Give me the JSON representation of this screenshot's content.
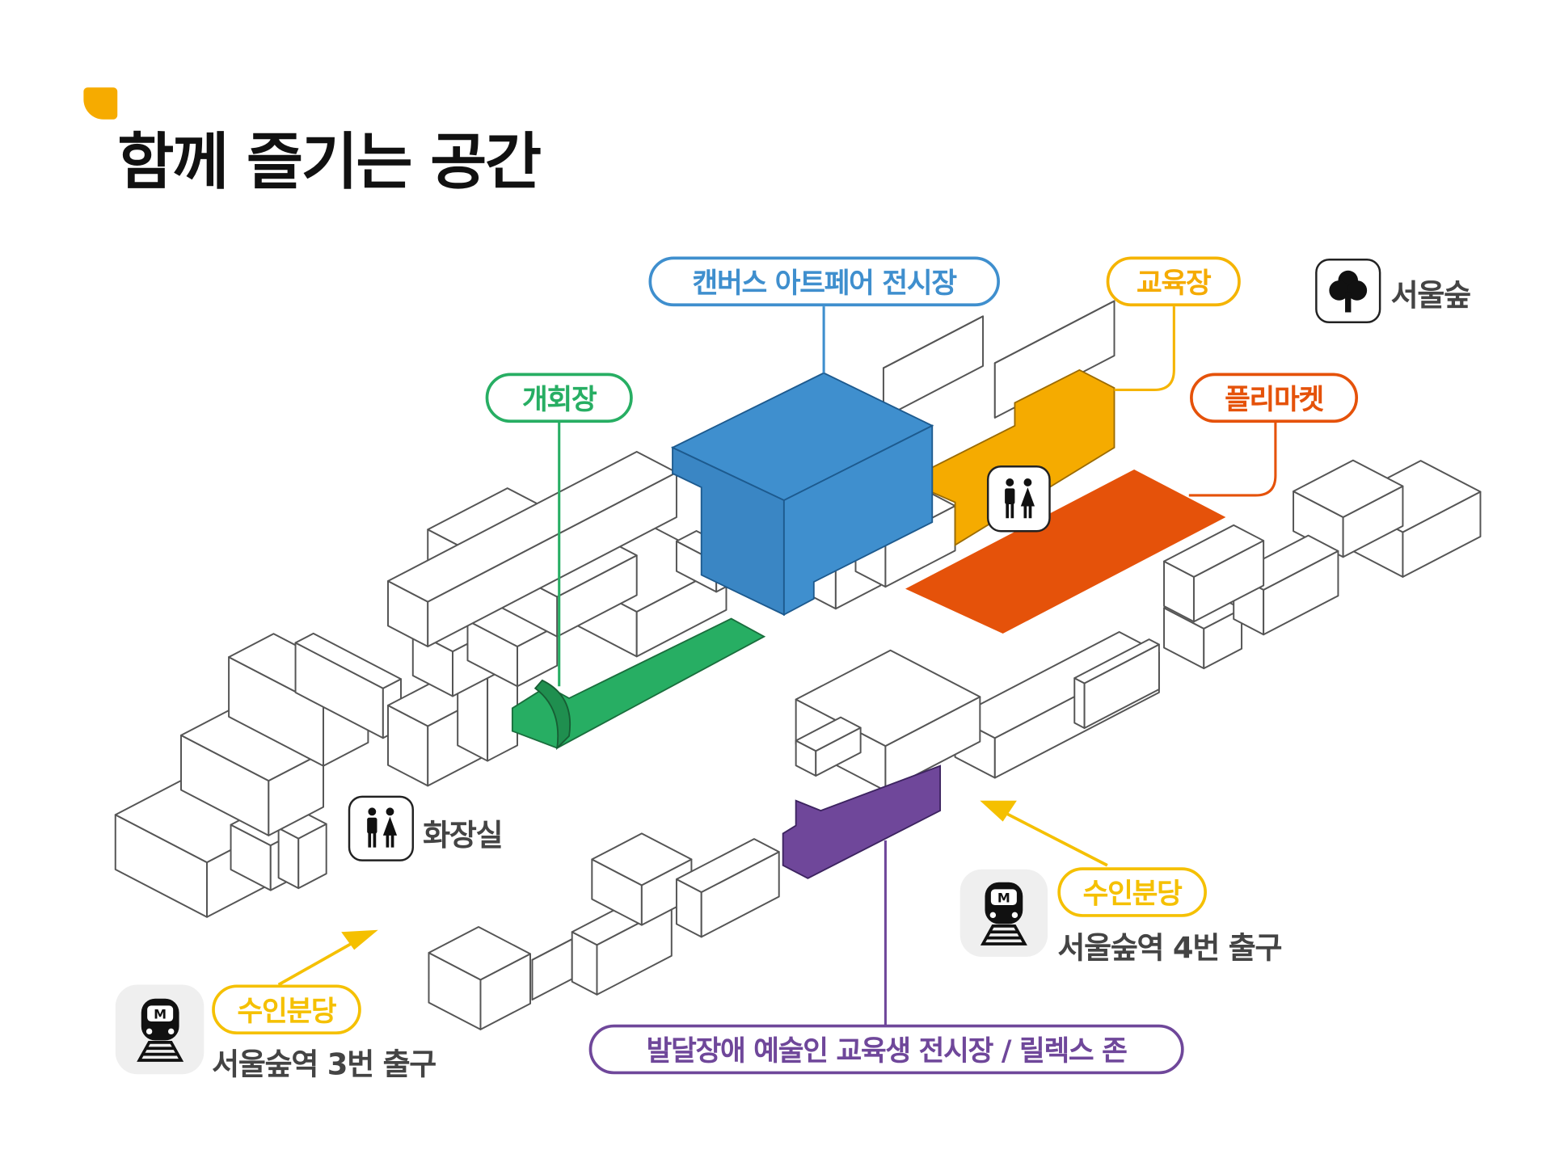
{
  "title": "함께 즐기는 공간",
  "zones": {
    "canvas_art_fair": {
      "label": "캔버스 아트페어 전시장",
      "color": "#3f8fce"
    },
    "education": {
      "label": "교육장",
      "color": "#f5ab00"
    },
    "opening": {
      "label": "개회장",
      "color": "#27ae63"
    },
    "flea_market": {
      "label": "플리마켓",
      "color": "#e5520a"
    },
    "relax_zone": {
      "label": "발달장애 예술인 교육생 전시장 / 릴렉스 존",
      "color": "#6f479a"
    }
  },
  "legend": {
    "forest": {
      "label": "서울숲",
      "icon": "tree-icon"
    },
    "restroom": {
      "label": "화장실",
      "icon": "restroom-icon"
    }
  },
  "exits": [
    {
      "line": "수인분당",
      "label": "서울숲역 4번 출구",
      "icon": "metro-icon"
    },
    {
      "line": "수인분당",
      "label": "서울숲역 3번 출구",
      "icon": "metro-icon"
    }
  ],
  "metro_badge": "M",
  "line_color": "#f5c000"
}
